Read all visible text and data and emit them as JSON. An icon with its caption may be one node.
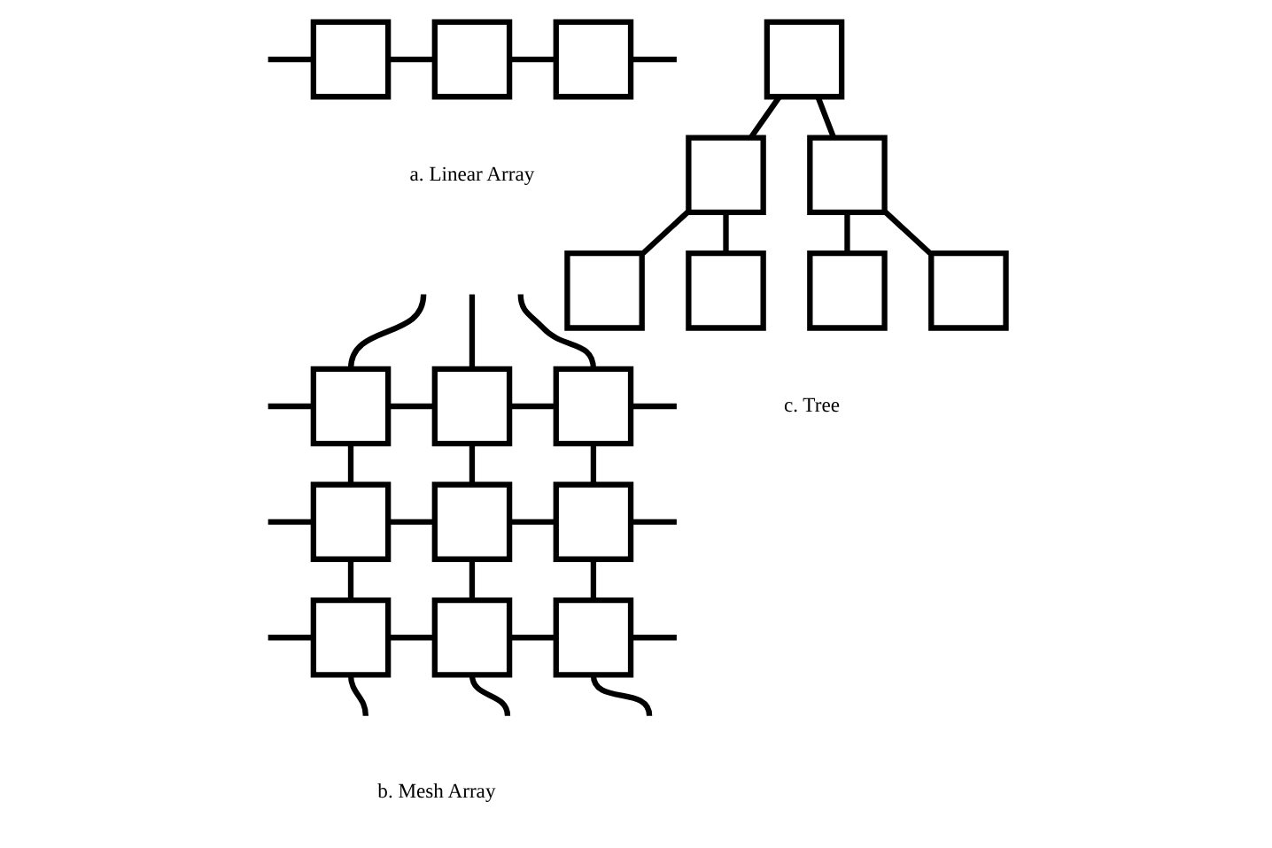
{
  "diagram": {
    "nodes": [
      {
        "text": [],
        "shape": "box"
      },
      {
        "text": [],
        "shape": "box"
      },
      {
        "text": [],
        "shape": "box"
      },
      {
        "text": [],
        "shape": "box"
      },
      {
        "text": [],
        "shape": "box"
      },
      {
        "text": [],
        "shape": "box"
      },
      {
        "text": [],
        "shape": "box"
      },
      {
        "text": [],
        "shape": "box"
      },
      {
        "text": [],
        "shape": "box"
      },
      {
        "text": [],
        "shape": "box"
      },
      {
        "text": [],
        "shape": "box"
      },
      {
        "text": [],
        "shape": "box"
      },
      {
        "text": [],
        "shape": "box"
      },
      {
        "text": [],
        "shape": "box"
      },
      {
        "text": [],
        "shape": "box"
      },
      {
        "text": [],
        "shape": "box"
      },
      {
        "text": [],
        "shape": "box"
      },
      {
        "text": [],
        "shape": "box"
      },
      {
        "text": [],
        "shape": "box"
      }
    ],
    "edges": [
      {
        "from": null,
        "to": 0,
        "arrow": "none"
      },
      {
        "from": 0,
        "to": 1,
        "arrow": "none"
      },
      {
        "from": 1,
        "to": 2,
        "arrow": "none"
      },
      {
        "from": 2,
        "to": null,
        "arrow": "none"
      },
      {
        "from": null,
        "to": 3,
        "arrow": "none"
      },
      {
        "from": 3,
        "to": 4,
        "arrow": "none"
      },
      {
        "from": 4,
        "to": 5,
        "arrow": "none"
      },
      {
        "from": 5,
        "to": null,
        "arrow": "none"
      },
      {
        "from": null,
        "to": 6,
        "arrow": "none"
      },
      {
        "from": 6,
        "to": 7,
        "arrow": "none"
      },
      {
        "from": 7,
        "to": 8,
        "arrow": "none"
      },
      {
        "from": 8,
        "to": null,
        "arrow": "none"
      },
      {
        "from": null,
        "to": 9,
        "arrow": "none"
      },
      {
        "from": 9,
        "to": 10,
        "arrow": "none"
      },
      {
        "from": 10,
        "to": 11,
        "arrow": "none"
      },
      {
        "from": 11,
        "to": null,
        "arrow": "none"
      },
      {
        "from": null,
        "to": 3,
        "arrow": "none"
      },
      {
        "from": 3,
        "to": 6,
        "arrow": "none"
      },
      {
        "from": 6,
        "to": 9,
        "arrow": "none"
      },
      {
        "from": 9,
        "to": null,
        "arrow": "none"
      },
      {
        "from": null,
        "to": 4,
        "arrow": "none"
      },
      {
        "from": 4,
        "to": 7,
        "arrow": "none"
      },
      {
        "from": 7,
        "to": 10,
        "arrow": "none"
      },
      {
        "from": 10,
        "to": null,
        "arrow": "none"
      },
      {
        "from": null,
        "to": 5,
        "arrow": "none"
      },
      {
        "from": 5,
        "to": 8,
        "arrow": "none"
      },
      {
        "from": 8,
        "to": 11,
        "arrow": "none"
      },
      {
        "from": 11,
        "to": null,
        "arrow": "none"
      },
      {
        "from": 12,
        "to": 13,
        "arrow": "none"
      },
      {
        "from": 12,
        "to": 14,
        "arrow": "none"
      },
      {
        "from": 13,
        "to": 15,
        "arrow": "none"
      },
      {
        "from": 13,
        "to": 16,
        "arrow": "none"
      },
      {
        "from": 14,
        "to": 17,
        "arrow": "none"
      },
      {
        "from": 14,
        "to": 18,
        "arrow": "none"
      }
    ],
    "labels": [
      "a. Linear Array",
      "c. Tree",
      "b. Mesh Array"
    ]
  }
}
